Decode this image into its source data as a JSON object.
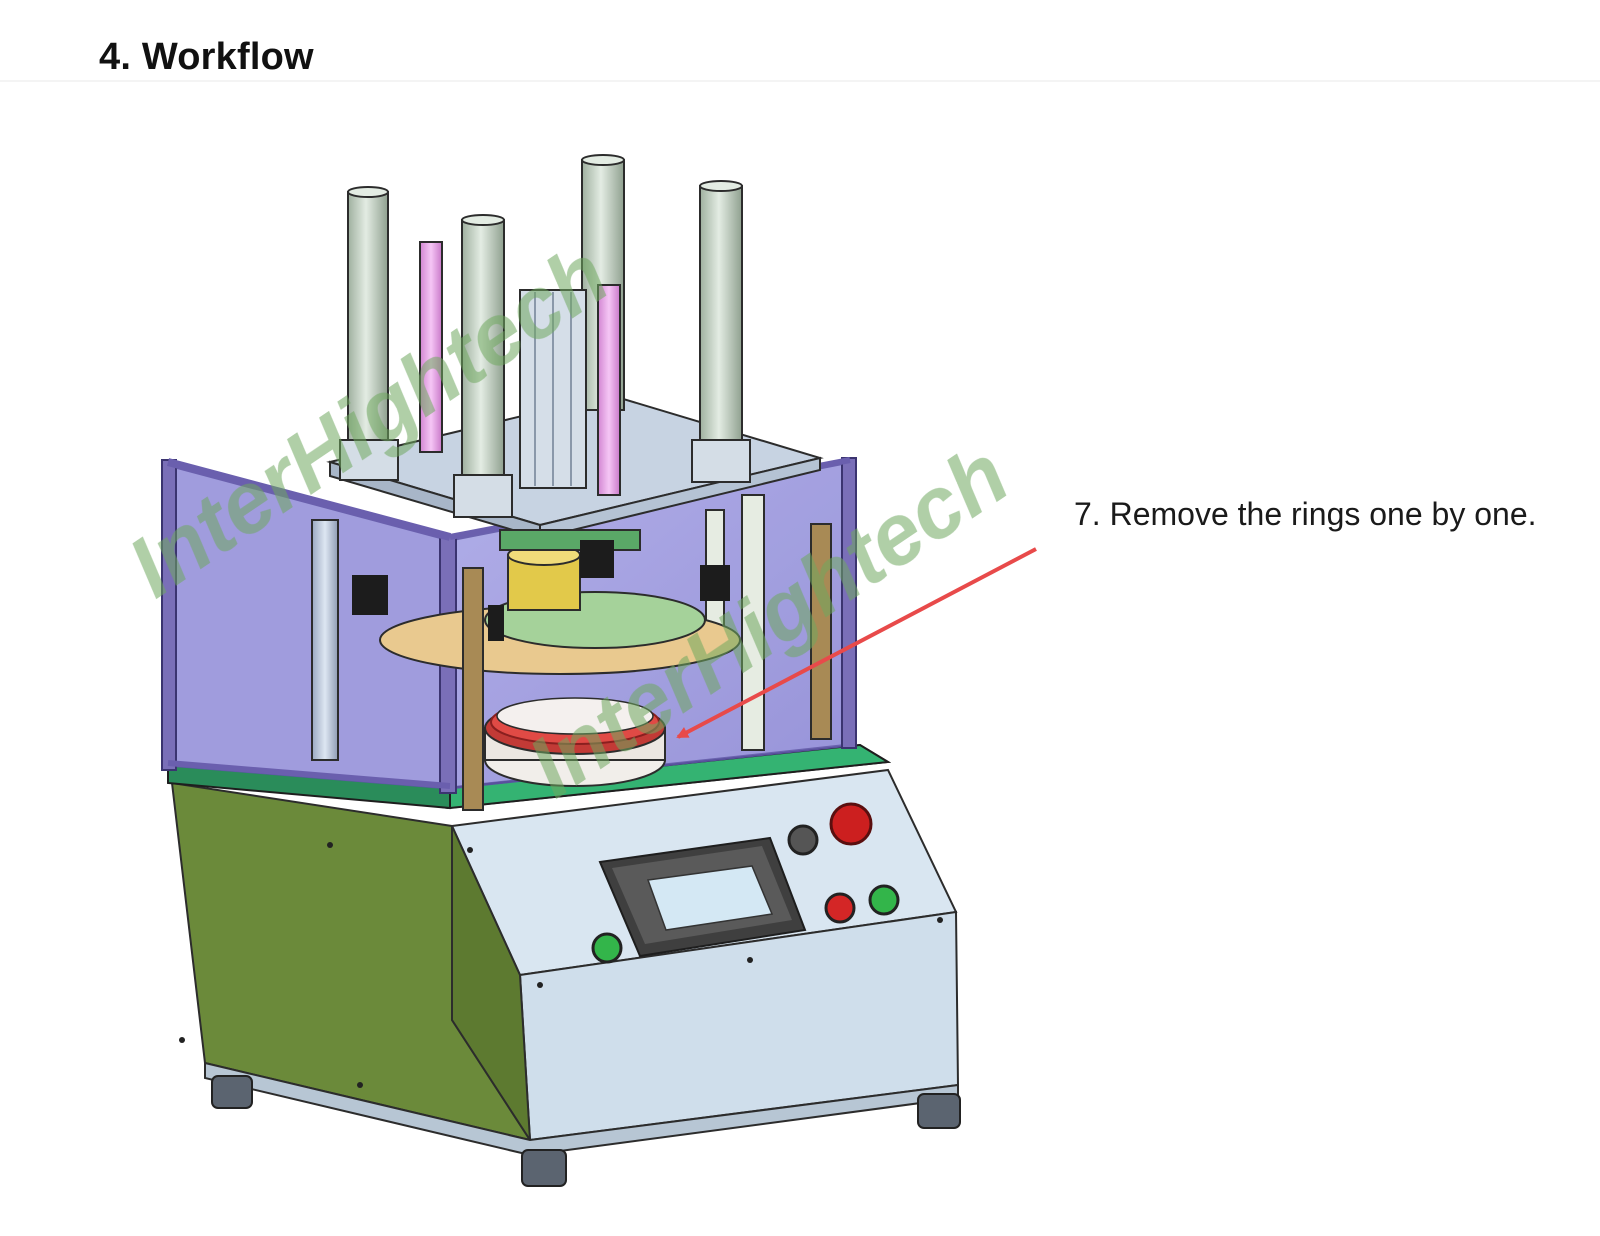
{
  "section": {
    "heading": "4. Workflow"
  },
  "step": {
    "text": "7. Remove the rings one by one."
  },
  "figure": {
    "watermark": "InterHightech",
    "colors": {
      "base_green": "#6b8a3a",
      "panel": "#d6e4ef",
      "enclosure_frame": "#7a6fb8",
      "enclosure_glass": "#9e9bdf",
      "cylinder": "#c9d6c9",
      "pink_rod": "#e9a6e9",
      "table_top": "#2fa86a",
      "emergency_stop": "#cc1f1f",
      "start_button": "#33b54a",
      "arrow": "#e84a4a",
      "watermark": "#6fa860"
    }
  }
}
